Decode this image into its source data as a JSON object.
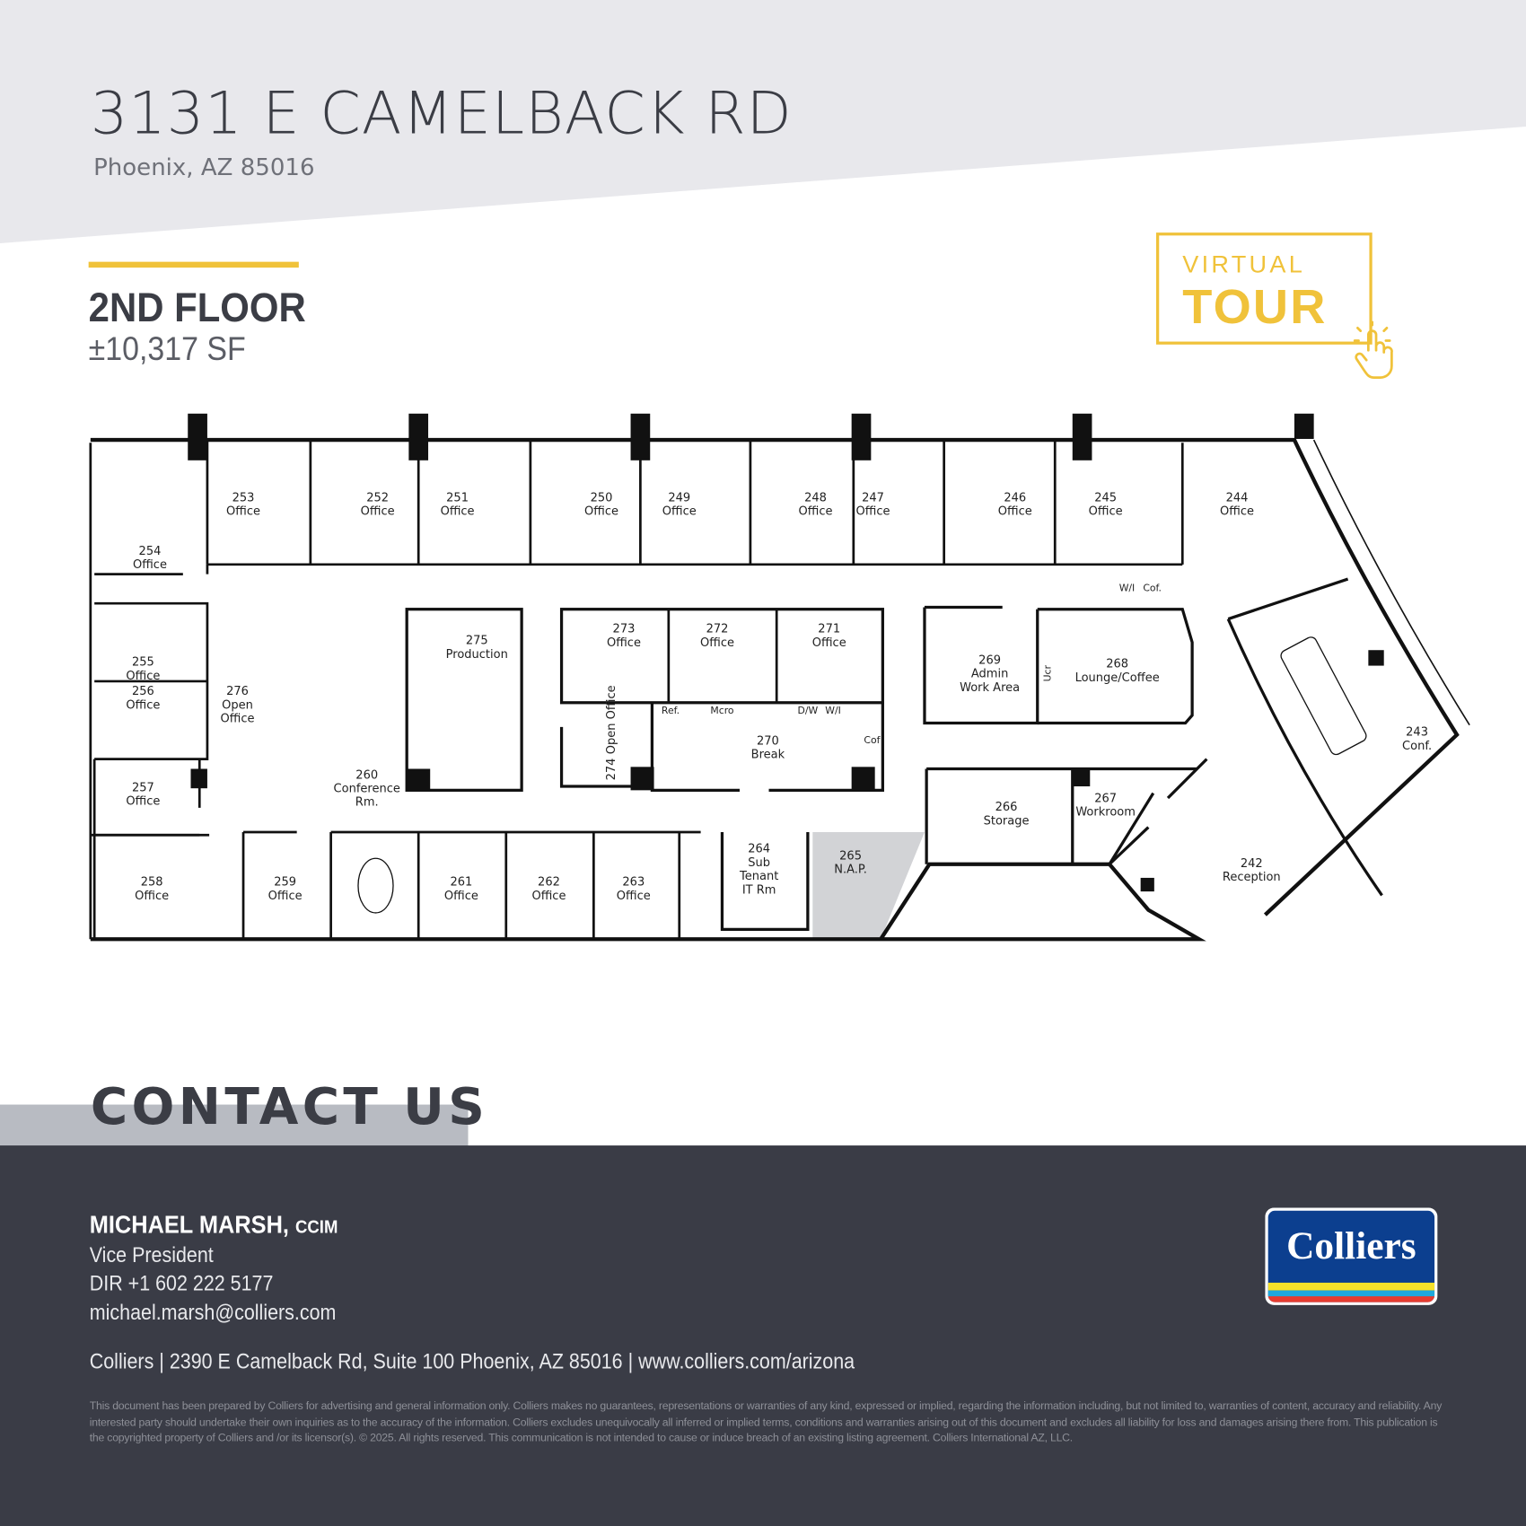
{
  "header": {
    "address": "3131 E CAMELBACK RD",
    "city": "Phoenix, AZ 85016",
    "floor": "2ND FLOOR",
    "area": "±10,317 SF"
  },
  "virtual_tour": {
    "line1": "VIRTUAL",
    "line2": "TOUR",
    "icon": "pointing-hand-click-icon"
  },
  "floorplan": {
    "rooms": [
      {
        "number": "254",
        "name": "Office"
      },
      {
        "number": "253",
        "name": "Office"
      },
      {
        "number": "252",
        "name": "Office"
      },
      {
        "number": "251",
        "name": "Office"
      },
      {
        "number": "250",
        "name": "Office"
      },
      {
        "number": "249",
        "name": "Office"
      },
      {
        "number": "248",
        "name": "Office"
      },
      {
        "number": "247",
        "name": "Office"
      },
      {
        "number": "246",
        "name": "Office"
      },
      {
        "number": "245",
        "name": "Office"
      },
      {
        "number": "244",
        "name": "Office"
      },
      {
        "number": "255",
        "name": "Office"
      },
      {
        "number": "256",
        "name": "Office"
      },
      {
        "number": "276",
        "name": "Open\nOffice"
      },
      {
        "number": "275",
        "name": "Production"
      },
      {
        "number": "273",
        "name": "Office"
      },
      {
        "number": "272",
        "name": "Office"
      },
      {
        "number": "271",
        "name": "Office"
      },
      {
        "number": "269",
        "name": "Admin\nWork Area"
      },
      {
        "number": "268",
        "name": "Lounge/Coffee"
      },
      {
        "number": "270",
        "name": "Break"
      },
      {
        "number": "274",
        "name": "Open Office"
      },
      {
        "number": "243",
        "name": "Conf."
      },
      {
        "number": "257",
        "name": "Office"
      },
      {
        "number": "260",
        "name": "Conference\nRm."
      },
      {
        "number": "266",
        "name": "Storage"
      },
      {
        "number": "267",
        "name": "Workroom"
      },
      {
        "number": "242",
        "name": "Reception"
      },
      {
        "number": "258",
        "name": "Office"
      },
      {
        "number": "259",
        "name": "Office"
      },
      {
        "number": "261",
        "name": "Office"
      },
      {
        "number": "262",
        "name": "Office"
      },
      {
        "number": "263",
        "name": "Office"
      },
      {
        "number": "264",
        "name": "Sub\nTenant\nIT Rm"
      },
      {
        "number": "265",
        "name": "N.A.P."
      }
    ],
    "fixtures": [
      "Ref.",
      "Mcro",
      "D/W",
      "W/I",
      "Cof",
      "W/I",
      "Cof.",
      "Ucr"
    ]
  },
  "contact": {
    "heading": "CONTACT US",
    "name": "MICHAEL MARSH,",
    "credential": "CCIM",
    "title": "Vice President",
    "phone": "DIR +1 602 222 5177",
    "email": "michael.marsh@colliers.com",
    "office_line": "Colliers  |  2390 E Camelback Rd, Suite 100 Phoenix, AZ 85016  |  www.colliers.com/arizona",
    "disclaimer": "This document has been prepared by Colliers for advertising and general information only. Colliers makes no guarantees, representations or warranties of any kind, expressed or implied, regarding the information including, but not limited to, warranties of content, accuracy and reliability. Any interested party should undertake their own inquiries as to the accuracy of the information. Colliers excludes unequivocally all inferred or implied terms, conditions and warranties arising out of this document and excludes all liability for loss and damages arising there from. This publication is the copyrighted property of Colliers and /or its licensor(s). © 2025. All rights reserved. This communication is not intended to cause or induce breach of an existing listing agreement. Colliers International AZ, LLC."
  },
  "logo": {
    "text": "Colliers",
    "colors": [
      "#0c3f8f",
      "#f5e12a",
      "#1fa9dc",
      "#e63c2f"
    ]
  },
  "colors": {
    "accent": "#f0c23a",
    "footer": "#3a3c46",
    "band": "#e8e8ec"
  }
}
